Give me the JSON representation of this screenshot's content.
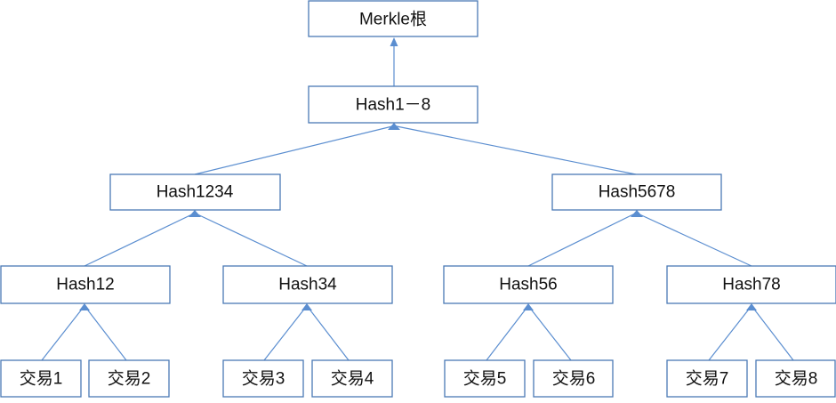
{
  "tree": {
    "root": {
      "label": "Merkle根"
    },
    "level1": {
      "label": "Hash1－8"
    },
    "level2": [
      {
        "label": "Hash1234"
      },
      {
        "label": "Hash5678"
      }
    ],
    "level3": [
      {
        "label": "Hash12"
      },
      {
        "label": "Hash34"
      },
      {
        "label": "Hash56"
      },
      {
        "label": "Hash78"
      }
    ],
    "leaves": [
      {
        "label": "交易1"
      },
      {
        "label": "交易2"
      },
      {
        "label": "交易3"
      },
      {
        "label": "交易4"
      },
      {
        "label": "交易5"
      },
      {
        "label": "交易6"
      },
      {
        "label": "交易7"
      },
      {
        "label": "交易8"
      }
    ]
  },
  "colors": {
    "box_border": "#4a7ab5",
    "edge": "#5b8ed0",
    "text": "#111111"
  }
}
